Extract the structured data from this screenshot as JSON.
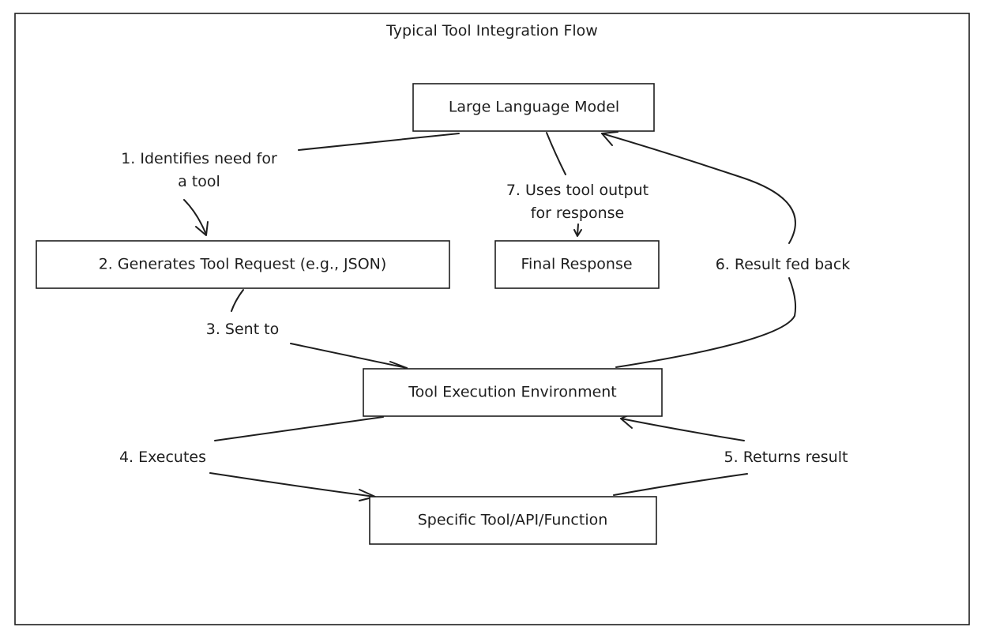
{
  "title": "Typical Tool Integration Flow",
  "nodes": {
    "llm": "Large Language Model",
    "tool_request": "2. Generates Tool Request (e.g., JSON)",
    "final_response": "Final Response",
    "execution_env": "Tool Execution Environment",
    "specific_tool": "Specific Tool/API/Function"
  },
  "edges": {
    "identifies_line1": "1. Identifies need for",
    "identifies_line2": "a tool",
    "sent_to": "3. Sent to",
    "executes": "4. Executes",
    "returns": "5. Returns result",
    "fed_back": "6. Result fed back",
    "uses_line1": "7. Uses tool output",
    "uses_line2": "for response"
  }
}
